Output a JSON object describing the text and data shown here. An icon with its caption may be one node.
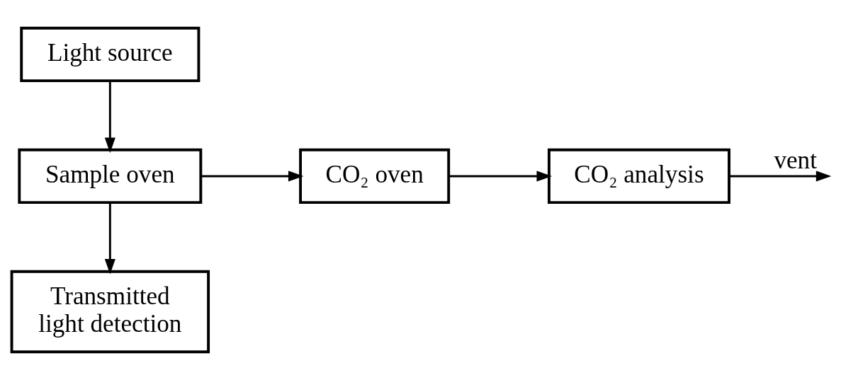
{
  "diagram": {
    "nodes": [
      {
        "text": [
          "Light source"
        ]
      },
      {
        "text": [
          "Sample oven"
        ]
      },
      {
        "text": [
          "CO₂ oven"
        ]
      },
      {
        "text": [
          "CO₂ analysis"
        ]
      },
      {
        "text": [
          "Transmitted light detection"
        ]
      }
    ],
    "edges": [
      {
        "from": 0,
        "to": 1,
        "arrow": "to"
      },
      {
        "from": 1,
        "to": 2,
        "arrow": "to"
      },
      {
        "from": 2,
        "to": 3,
        "arrow": "to"
      },
      {
        "from": 3,
        "to": null,
        "arrow": "to",
        "label": "vent"
      },
      {
        "from": 1,
        "to": 4,
        "arrow": "to"
      }
    ]
  }
}
